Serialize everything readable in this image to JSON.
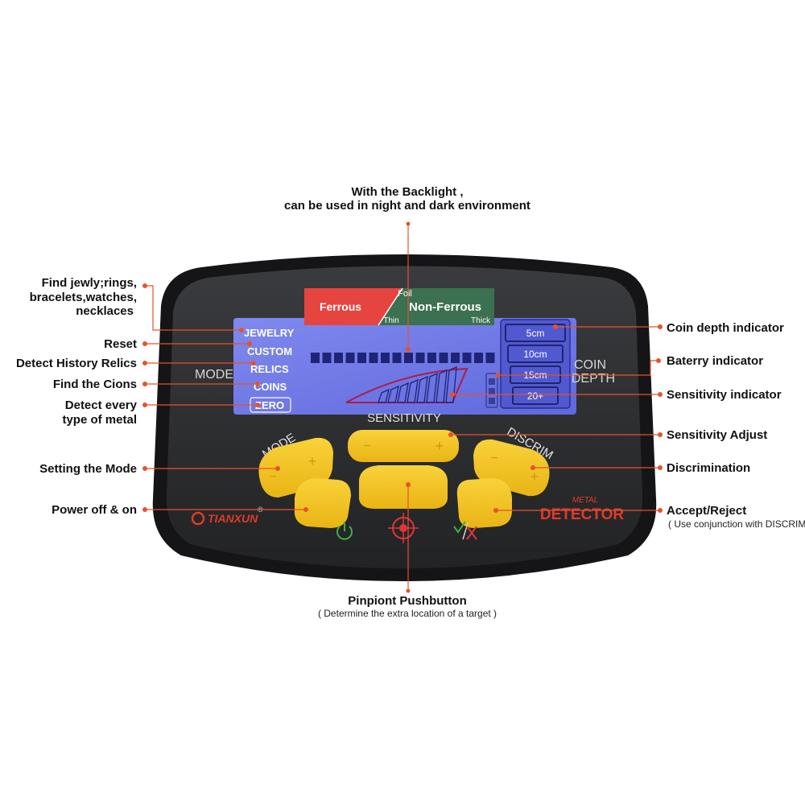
{
  "colors": {
    "leader": "#e8522a",
    "panel": "#2a2b2d",
    "lcd": "#6f79e8",
    "lcd_text": "#ffffff",
    "ferrous": "#e5443f",
    "non_ferrous": "#3b7050",
    "button": "#f3c321",
    "logo": "#e03a2a"
  },
  "annotations": {
    "backlight_line1": "With the Backlight ,",
    "backlight_line2": "can be used in night and dark environment",
    "jewelry_line1": "Find jewly;rings,",
    "jewelry_line2": "bracelets,watches,",
    "jewelry_line3": "necklaces",
    "reset": "Reset",
    "relics": "Detect History Relics",
    "coins": "Find the Cions",
    "zero_line1": "Detect every",
    "zero_line2": "type of metal",
    "mode": "Setting the Mode",
    "power": "Power off & on",
    "coin_depth": "Coin depth indicator",
    "battery": "Baterry indicator",
    "sensitivity_ind": "Sensitivity indicator",
    "sensitivity_adj": "Sensitivity Adjust",
    "discrimination": "Discrimination",
    "accept": "Accept/Reject",
    "accept_note": "( Use conjunction with DISCRIM )",
    "pinpoint": "Pinpiont Pushbutton",
    "pinpoint_note": "( Determine the extra location of a target )"
  },
  "device": {
    "lcd": {
      "ferrous": "Ferrous",
      "foil": "Foil",
      "non_ferrous": "Non-Ferrous",
      "thin": "Thin",
      "thick": "Thick",
      "modes": [
        "JEWELRY",
        "CUSTOM",
        "RELICS",
        "COINS",
        "ZERO"
      ],
      "depths": [
        "5cm",
        "10cm",
        "15cm",
        "20+"
      ]
    },
    "panel_labels": {
      "mode": "MODE",
      "coin": "COIN",
      "depth": "DEPTH",
      "sensitivity": "SENSITIVITY",
      "mode_button": "MODE",
      "discrim": "DISCRIM"
    },
    "brand": "TIANXUN",
    "brand_mark": "®",
    "product_small": "METAL",
    "product": "DETECTOR"
  }
}
